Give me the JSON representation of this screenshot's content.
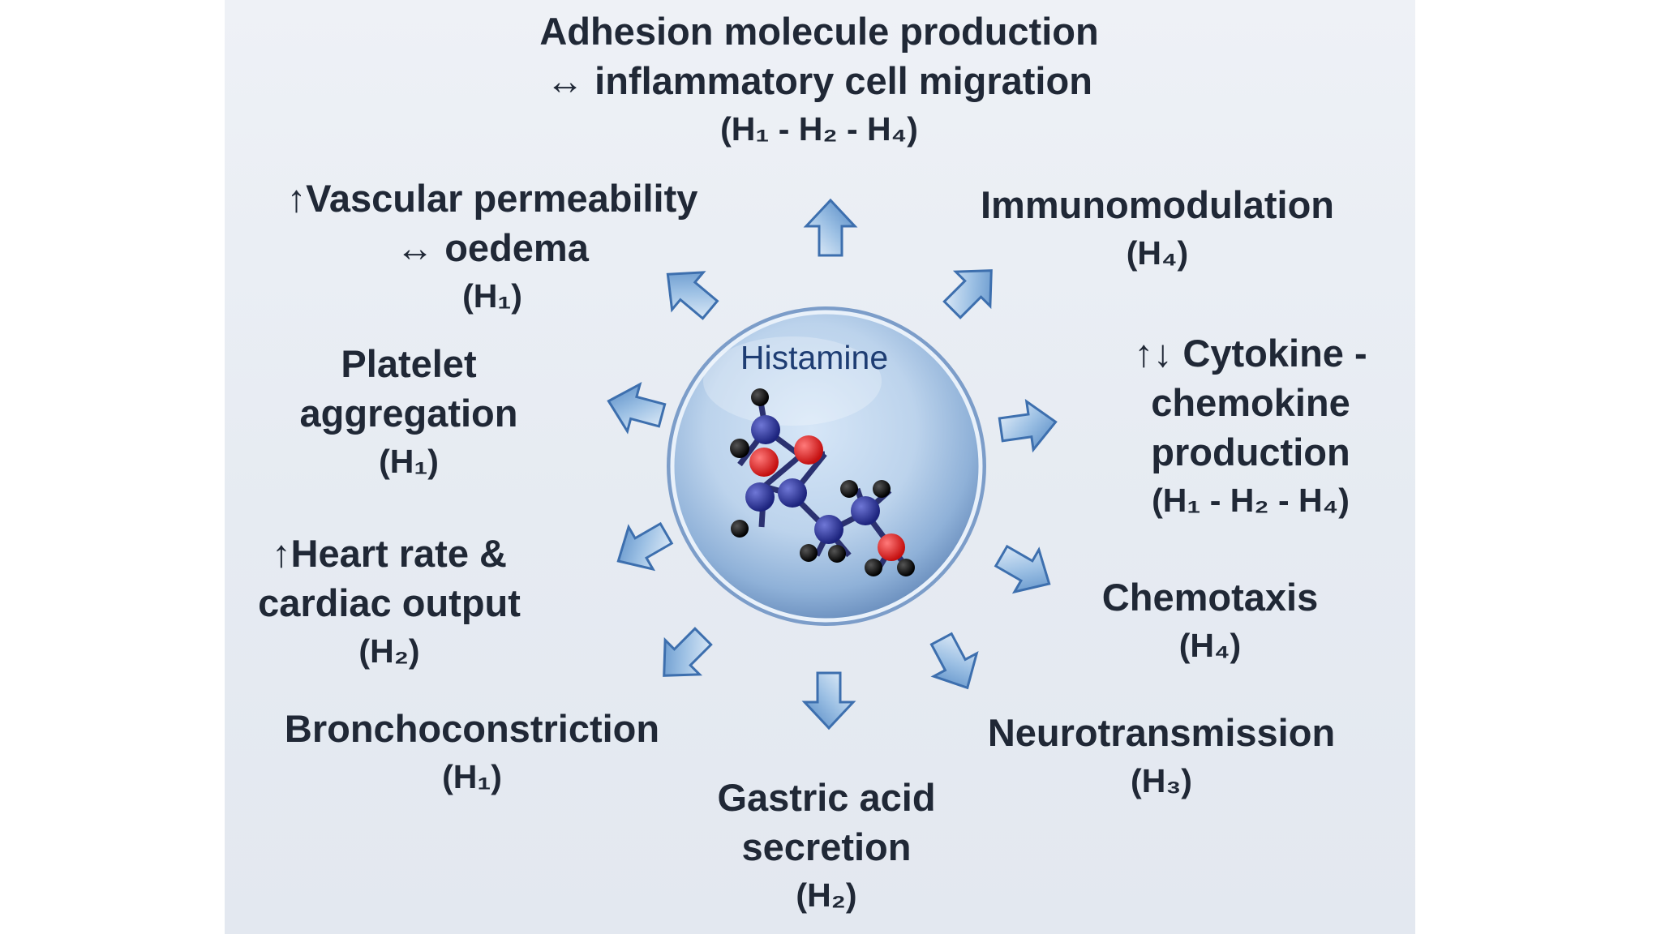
{
  "center": {
    "label": "Histamine"
  },
  "effects": {
    "adhesion": {
      "lines": [
        "Adhesion molecule production",
        "↔ inflammatory cell migration"
      ],
      "receptors": "(H₁ - H₂ - H₄)"
    },
    "vascular": {
      "lines": [
        "↑Vascular permeability",
        "↔ oedema"
      ],
      "receptors": "(H₁)"
    },
    "immunomodulation": {
      "lines": [
        "Immunomodulation"
      ],
      "receptors": "(H₄)"
    },
    "platelet": {
      "lines": [
        "Platelet",
        "aggregation"
      ],
      "receptors": "(H₁)"
    },
    "cytokine": {
      "lines": [
        "↑↓ Cytokine -",
        "chemokine",
        "production"
      ],
      "receptors": "(H₁ - H₂ - H₄)"
    },
    "heart": {
      "lines": [
        "↑Heart rate &",
        "cardiac output"
      ],
      "receptors": "(H₂)"
    },
    "chemotaxis": {
      "lines": [
        "Chemotaxis"
      ],
      "receptors": "(H₄)"
    },
    "broncho": {
      "lines": [
        "Bronchoconstriction"
      ],
      "receptors": "(H₁)"
    },
    "neuro": {
      "lines": [
        "Neurotransmission"
      ],
      "receptors": "(H₃)"
    },
    "gastric": {
      "lines": [
        "Gastric acid",
        "secretion"
      ],
      "receptors": "(H₂)"
    }
  }
}
